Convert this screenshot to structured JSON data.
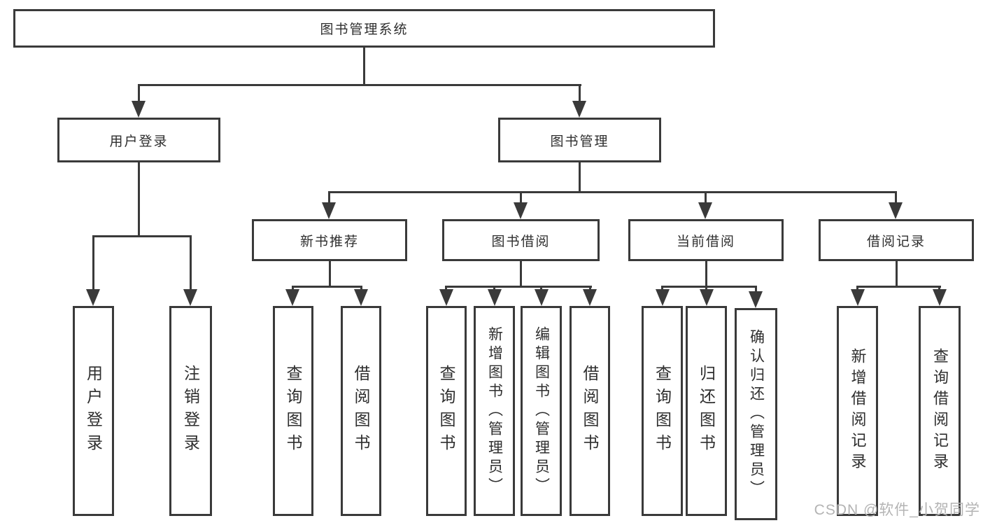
{
  "diagram": {
    "root": {
      "label": "图书管理系统"
    },
    "level2": [
      "用户登录",
      "图书管理"
    ],
    "level3": [
      "新书推荐",
      "图书借阅",
      "当前借阅",
      "借阅记录"
    ],
    "leaves": {
      "user_login": [
        "用户登录",
        "注销登录"
      ],
      "new_book": [
        "查询图书",
        "借阅图书"
      ],
      "book_borrow": [
        "查询图书",
        "新增图书（管理员）",
        "编辑图书（管理员）",
        "借阅图书"
      ],
      "current_borrow": [
        "查询图书",
        "归还图书",
        "确认归还（管理员）"
      ],
      "borrow_record": [
        "新增借阅记录",
        "查询借阅记录"
      ]
    }
  },
  "watermark": {
    "text": "CSDN @软件_小贺同学"
  },
  "colors": {
    "line": "#3a3a3a",
    "text": "#2e2e2e",
    "watermark": "#b4b4b4",
    "background": "#ffffff"
  }
}
